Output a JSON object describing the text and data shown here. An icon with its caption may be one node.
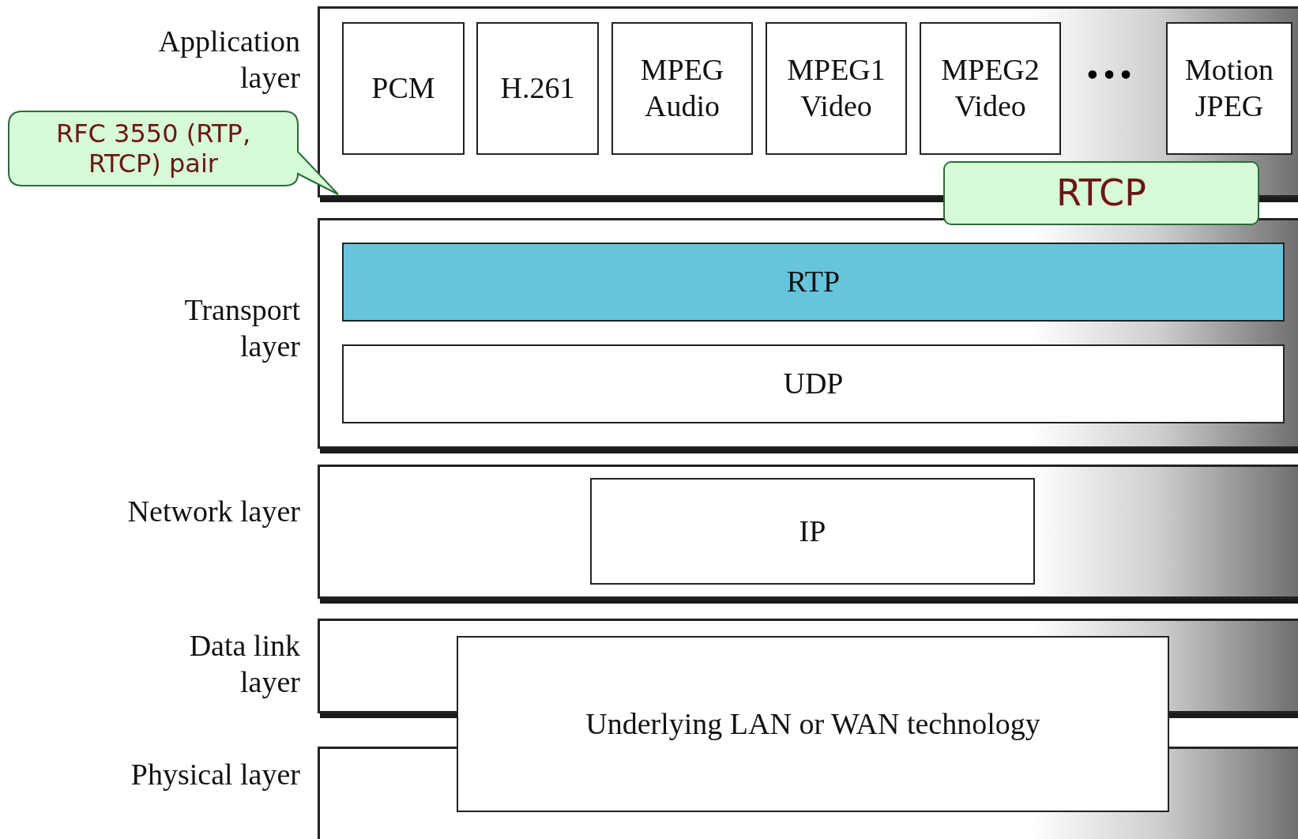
{
  "diagram": {
    "nodes": [
      {
        "text": [
          "Application layer"
        ]
      },
      {
        "text": [
          "PCM"
        ],
        "in": 0
      },
      {
        "text": [
          "H.261"
        ],
        "in": 0
      },
      {
        "text": [
          "MPEG Audio"
        ],
        "in": 0
      },
      {
        "text": [
          "MPEG1 Video"
        ],
        "in": 0
      },
      {
        "text": [
          "MPEG2 Video"
        ],
        "in": 0
      },
      {
        "text": [
          "Motion JPEG"
        ],
        "in": 0
      },
      {
        "text": [
          "RTCP"
        ]
      },
      {
        "text": [
          "Transport layer"
        ]
      },
      {
        "text": [
          "RTP"
        ],
        "in": 8
      },
      {
        "text": [
          "UDP"
        ],
        "in": 8
      },
      {
        "text": [
          "Network layer"
        ]
      },
      {
        "text": [
          "IP"
        ],
        "in": 11
      },
      {
        "text": [
          "Data link layer"
        ]
      },
      {
        "text": [
          "Physical layer"
        ]
      },
      {
        "text": [
          "Underlying LAN or WAN technology"
        ]
      },
      {
        "text": [
          "RFC 3550 (RTP, RTCP) pair"
        ]
      }
    ],
    "labels": [
      "•••"
    ]
  }
}
